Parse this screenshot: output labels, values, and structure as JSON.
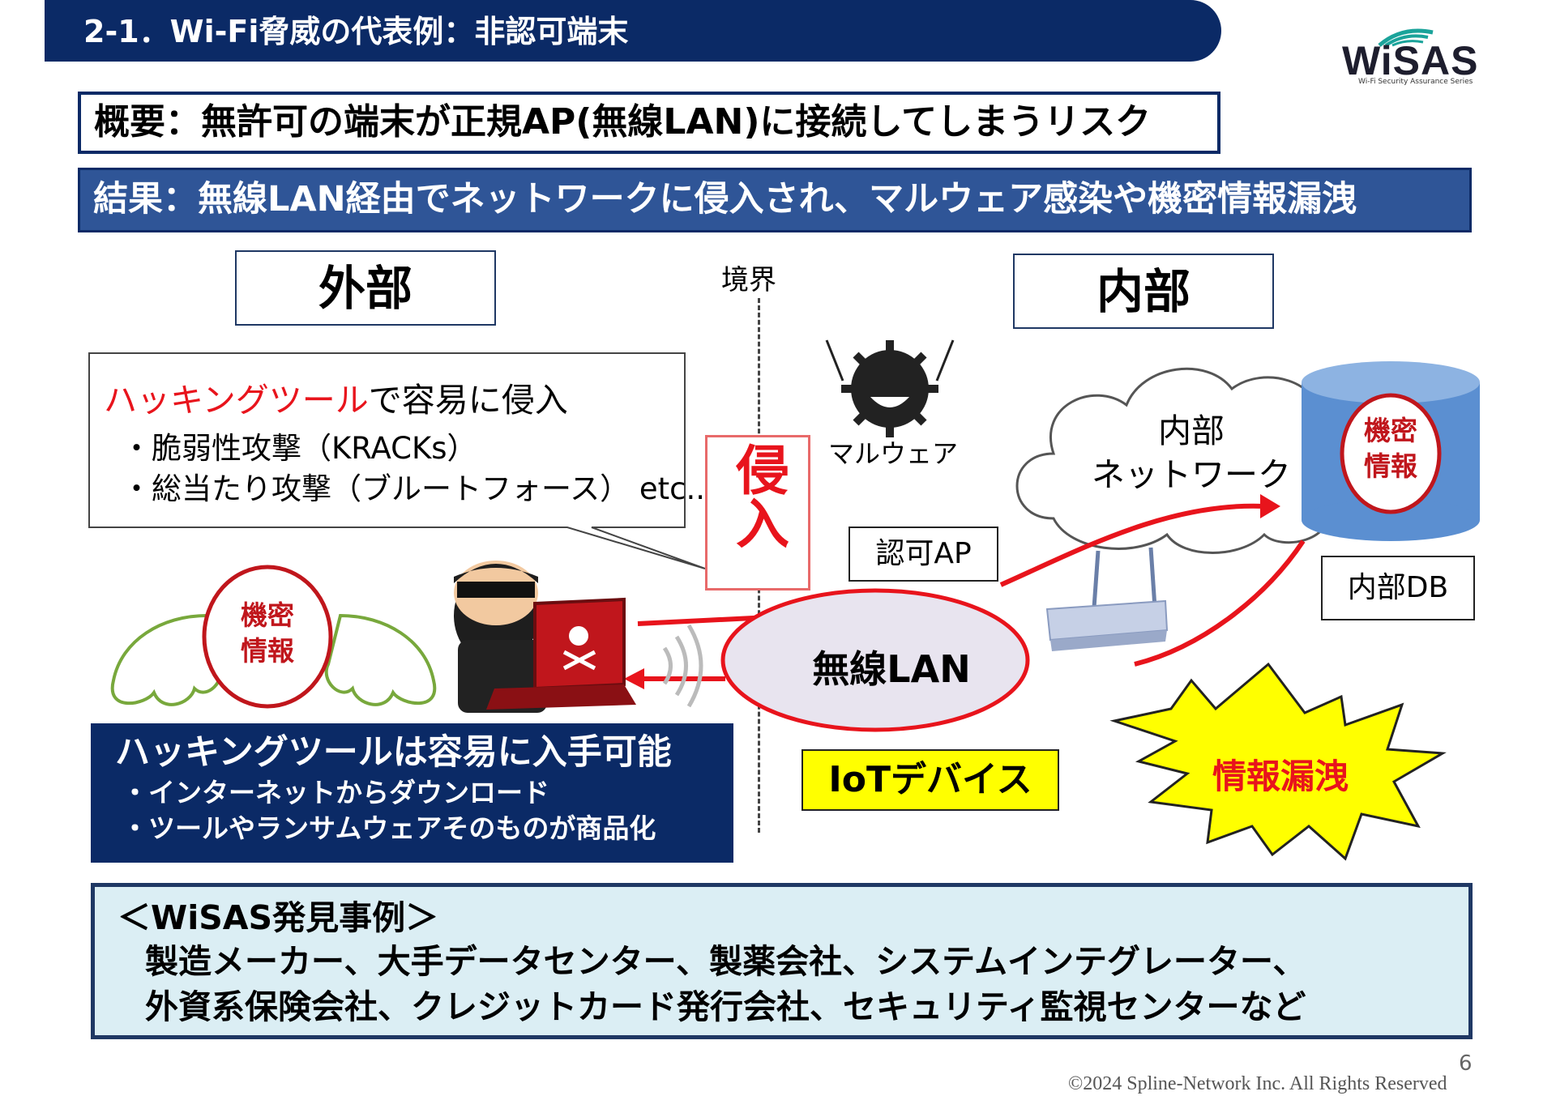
{
  "header": {
    "title": "2-1．Wi-Fi脅威の代表例：非認可端末",
    "logo": "WiSAS",
    "logo_tagline": "Wi-Fi Security Assurance Series"
  },
  "summary": "概要：無許可の端末が正規AP(無線LAN)に接続してしまうリスク",
  "result": "結果：無線LAN経由でネットワークに侵入され、マルウェア感染や機密情報漏洩",
  "diagram": {
    "outside_label": "外部",
    "boundary_label": "境界",
    "inside_label": "内部",
    "callout": {
      "headline_red": "ハッキングツール",
      "headline_rest": "で容易に侵入",
      "items": [
        "・脆弱性攻撃（KRACKs）",
        "・総当たり攻撃（ブルートフォース） etc.."
      ]
    },
    "intrusion_label": "侵入",
    "malware_label": "マルウェア",
    "authorized_ap_label": "認可AP",
    "internal_network_label": "内部\nネットワーク",
    "database_label": "機密\n情報",
    "internal_db_label": "内部DB",
    "wireless_lan_label": "無線LAN",
    "flying_info_label": "機密\n情報",
    "iot_label": "IoTデバイス",
    "leak_label": "情報漏洩"
  },
  "availability": {
    "title": "ハッキングツールは容易に入手可能",
    "items": [
      "・インターネットからダウンロード",
      "・ツールやランサムウェアそのものが商品化"
    ]
  },
  "cases": {
    "title": "＜WiSAS発見事例＞",
    "lines": [
      "製造メーカー、大手データセンター、製薬会社、システムインテグレーター、",
      "外資系保険会社、クレジットカード発行会社、セキュリティ監視センターなど"
    ]
  },
  "footer": {
    "page_number": "6",
    "copyright": "©2024 Spline-Network Inc. All Rights Reserved"
  },
  "colors": {
    "navy": "#0b2a66",
    "result_blue": "#2f5597",
    "red": "#e8141c",
    "db_blue": "#5b8fd1",
    "lan_fill": "#e8e4ef",
    "leak_yellow": "#ffff00",
    "cases_fill": "#dbeef4"
  }
}
